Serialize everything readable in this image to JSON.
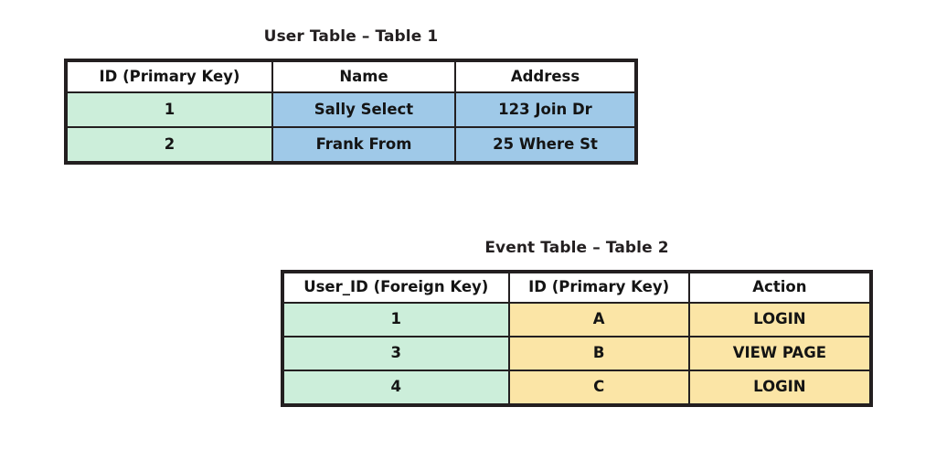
{
  "page": {
    "background_color": "#ffffff",
    "text_color": "#141414",
    "border_color": "#231f20"
  },
  "palette": {
    "key_cell_green": "#cceeda",
    "user_data_blue": "#9fc9e8",
    "event_data_yellow": "#fbe5a6",
    "header_white": "#ffffff"
  },
  "tables": [
    {
      "id": "user-table",
      "title": "User Table – Table 1",
      "columns": [
        {
          "label": "ID (Primary Key)",
          "key": "id"
        },
        {
          "label": "Name",
          "key": "name"
        },
        {
          "label": "Address",
          "key": "address"
        }
      ],
      "rows": [
        {
          "id": "1",
          "name": "Sally Select",
          "address": "123 Join Dr"
        },
        {
          "id": "2",
          "name": "Frank From",
          "address": "25 Where St"
        }
      ]
    },
    {
      "id": "event-table",
      "title": "Event Table – Table 2",
      "columns": [
        {
          "label": "User_ID (Foreign Key)",
          "key": "user_id"
        },
        {
          "label": "ID (Primary Key)",
          "key": "id"
        },
        {
          "label": "Action",
          "key": "action"
        }
      ],
      "rows": [
        {
          "user_id": "1",
          "id": "A",
          "action": "LOGIN"
        },
        {
          "user_id": "3",
          "id": "B",
          "action": "VIEW PAGE"
        },
        {
          "user_id": "4",
          "id": "C",
          "action": "LOGIN"
        }
      ]
    }
  ]
}
